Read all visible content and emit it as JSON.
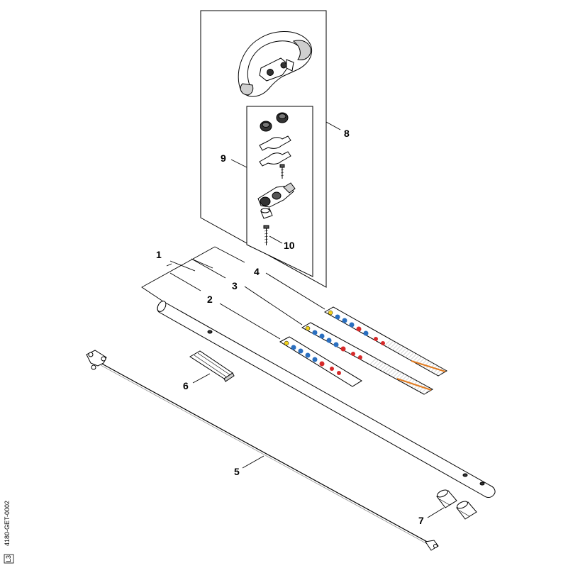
{
  "callouts": {
    "c1": "1",
    "c2": "2",
    "c3": "3",
    "c4": "4",
    "c5": "5",
    "c6": "6",
    "c7": "7",
    "c8": "8",
    "c9": "9",
    "c10": "10"
  },
  "side_code": "4180-GET-0002",
  "side_box": "L3",
  "colors": {
    "label_orange": "#e07a1f",
    "label_blue": "#2a6fc0",
    "label_yellow": "#f2d21c",
    "label_red": "#d62a2a",
    "hatch_gray": "#d9d9d9"
  }
}
